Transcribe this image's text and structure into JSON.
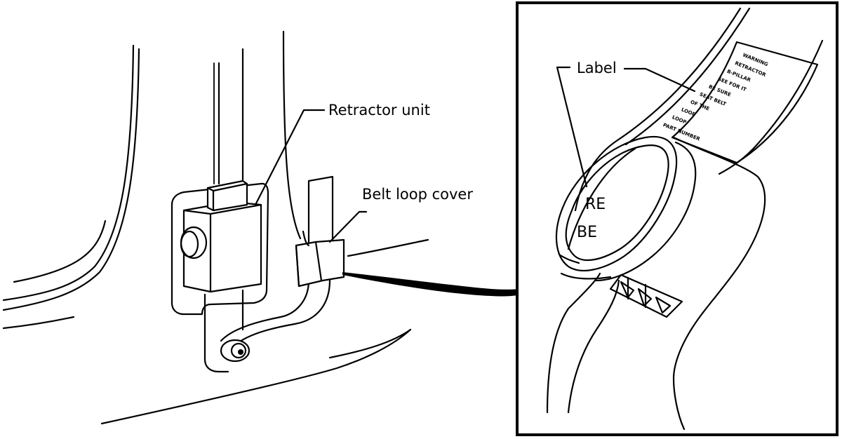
{
  "labels": {
    "retractor_unit": "Retractor unit",
    "belt_loop_cover": "Belt loop cover",
    "label": "Label"
  },
  "detail": {
    "loop_text_line1": "RE",
    "loop_text_line2": "BE",
    "sticker_lines": [
      "WARNING",
      "RETRACTOR",
      "B-PILLAR",
      "SEE FOR IT",
      "BE SURE",
      "SEAT BELT",
      "OF THE",
      "LOOP",
      "LOOP",
      "PART NUMBER"
    ]
  },
  "colors": {
    "ink": "#000000",
    "paper": "#ffffff"
  }
}
